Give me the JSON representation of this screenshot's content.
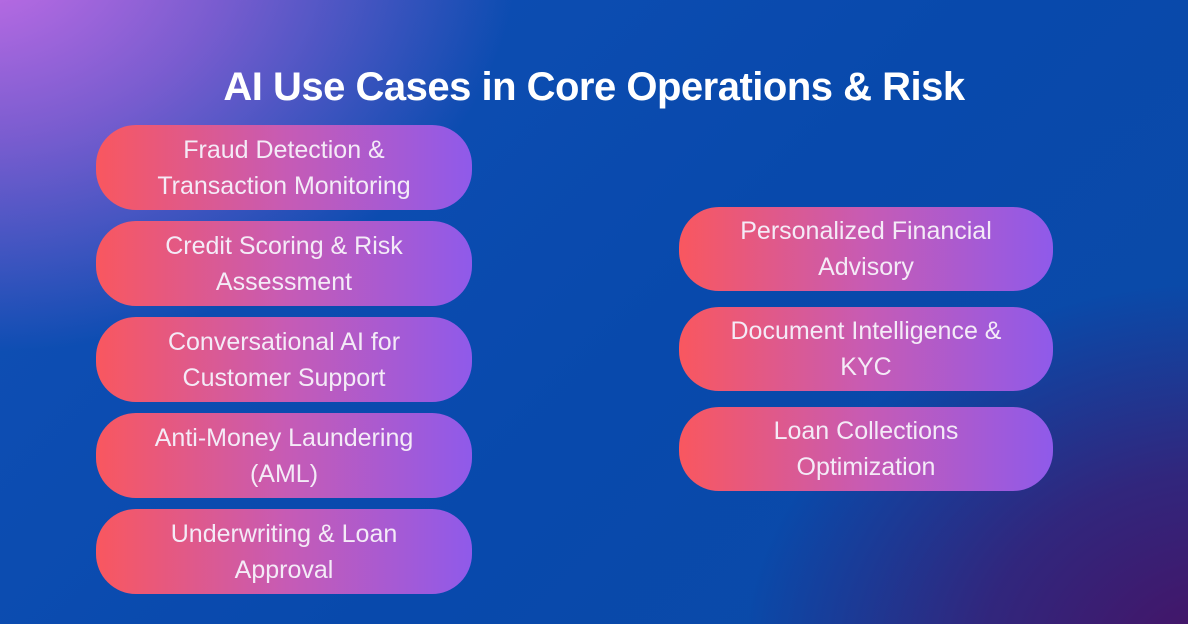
{
  "title": "AI Use Cases in Core Operations & Risk",
  "left_column": [
    "Fraud Detection &\nTransaction Monitoring",
    "Credit Scoring & Risk\nAssessment",
    "Conversational AI for\nCustomer Support",
    "Anti-Money Laundering\n(AML)",
    "Underwriting & Loan\nApproval"
  ],
  "right_column": [
    "Personalized Financial\nAdvisory",
    "Document Intelligence &\nKYC",
    "Loan Collections\nOptimization"
  ],
  "colors": {
    "background_base": "#0849AC",
    "background_top_left_glow": "#CB6EE8",
    "background_bottom_right_glow": "#4A0F61",
    "pill_gradient_start": "#F9575F",
    "pill_gradient_mid": "#C75BB4",
    "pill_gradient_end": "#8F5AEA",
    "title_text": "#FFFFFF",
    "pill_text": "#F4EBF7"
  }
}
